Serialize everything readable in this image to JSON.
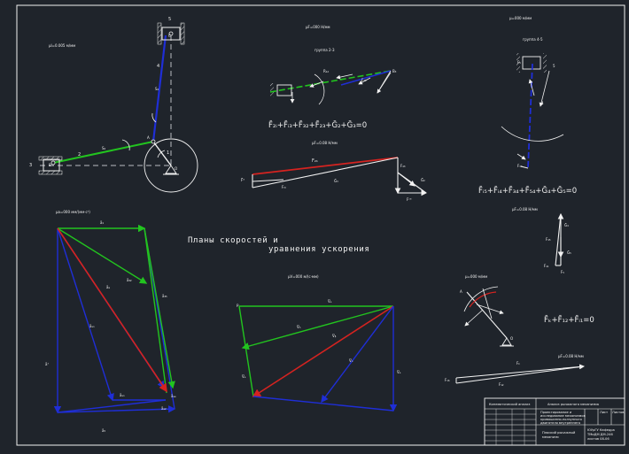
{
  "sheet_title": [
    "Планы скоростей и",
    "уравнения ускорения"
  ],
  "mechanism": {
    "scale": "μl=0.005 м/мм",
    "numbers": {
      "n1": "1",
      "n2": "2",
      "n3": "3",
      "n4": "4",
      "n5": "5"
    },
    "points": {
      "o": "O",
      "a": "A",
      "b": "B",
      "c": "C"
    },
    "labels": {
      "s2": "S₂",
      "s4": "S₄"
    }
  },
  "group23": {
    "scale": "μF=000 H/мм",
    "title": "группа 2-3",
    "equation": "F̄₂ᵢ+F̄ᵢ₃+F̄₃₂+F̄₂₃+Ḡ₂+Ḡ₃=0",
    "labels": {
      "r": "R₁₂",
      "b3": "B₃",
      "f23": "F₂₃"
    }
  },
  "force_plan23": {
    "scale": "μF=0.08 H/мм",
    "labels": {
      "f21": "F₂₁",
      "f43": "F₄₃",
      "ft3": "F̄³",
      "g3": "Ḡ₃",
      "fi3": "Fᵢ₃",
      "g2": "Ḡ₂",
      "fn3": "Fⁿ³"
    }
  },
  "group45": {
    "scale": "μ=000 м/мм",
    "title": "группа 4-5",
    "equation": "F̄ᵢ₅+F̄ᵢ₄+F̄₃₄+F̄₅₄+Ḡ₄+Ḡ₅=0",
    "labels": {
      "f5": "F₅",
      "f34": "F₃₄",
      "n5": "5",
      "n4": "4"
    }
  },
  "force_plan45": {
    "scale": "μF=0.08 H/мм",
    "labels": {
      "g4": "Ḡ₄",
      "f45": "F₄₅",
      "g5": "Ḡ₅",
      "f41": "F₄₁",
      "f5": "F₅"
    }
  },
  "crank": {
    "scale": "μ=000 м/мм",
    "equation": "F̄ₖ+F̄₁₂+F̄ᵢ₁=0",
    "labels": {
      "a": "A",
      "o": "O"
    }
  },
  "crank_forces": {
    "scale": "μF=0.08 H/мм",
    "labels": {
      "fk": "F₁₆",
      "f12": "F₁₂",
      "fa": "Fₖ"
    }
  },
  "acc_plan": {
    "scale": "μa=000 мм/(мм·с²)",
    "labels": {
      "a1": "ā₁",
      "a2": "āᵀ",
      "a3": "ā₃₅",
      "a4": "ā₃₂",
      "as": "āₛₙ",
      "aa": "āₐ",
      "ab": "āₛₙ",
      "ac": "āₛₑ",
      "ad": "āₐ₂",
      "ae": "ā₅"
    }
  },
  "vel_plan": {
    "scale": "μV=000 м/(с·мм)",
    "labels": {
      "p": "p",
      "va": "V̄ₐ",
      "vc": "V̄ₕ",
      "vb": "V̄ᵦ",
      "vs": "V̄ₙ",
      "vd": "V̄ₑ",
      "ve": "V̄ₑ"
    }
  },
  "title_block": {
    "top": "Анализ рычажного механизма",
    "left": "Кинематический анализ",
    "mid_lines": [
      "Проектирование и",
      "исследование механизмов",
      "кривошипно-ползунного",
      "двигателя внутреннего"
    ],
    "bottom_lines": [
      "Плоский рычажный",
      "механизм"
    ],
    "right_lines": [
      "ЮУрГУ Кафедра",
      "ТМиДМ ДМ-246",
      "листов 08-06"
    ],
    "sheet": "Лист",
    "sheets": "Листов"
  },
  "colors": {
    "blue": "#1f2ed6",
    "green": "#22c41f",
    "red": "#d52320",
    "white": "#f2f2f2",
    "gray": "#b8bcc2"
  }
}
